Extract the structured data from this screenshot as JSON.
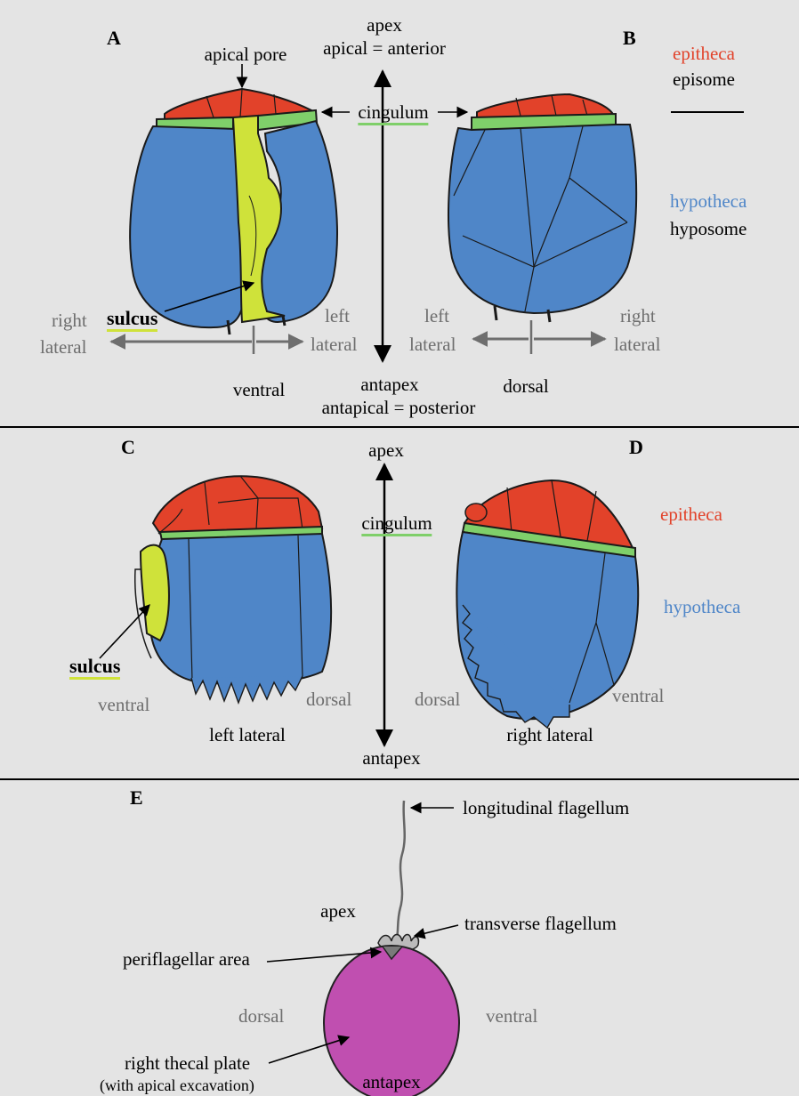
{
  "panels": {
    "a": {
      "letter": "A",
      "apical_pore": "apical pore",
      "sulcus": "sulcus",
      "right_lateral_1": "right",
      "right_lateral_2": "lateral",
      "left_lateral_1": "left",
      "left_lateral_2": "lateral",
      "ventral": "ventral"
    },
    "b": {
      "letter": "B",
      "left_lateral_1": "left",
      "left_lateral_2": "lateral",
      "right_lateral_1": "right",
      "right_lateral_2": "lateral",
      "dorsal": "dorsal"
    },
    "axis_top": {
      "apex": "apex",
      "apical_anterior": "apical = anterior",
      "cingulum": "cingulum",
      "antapex": "antapex",
      "antapical_posterior": "antapical = posterior"
    },
    "legend_top": {
      "epitheca": "epitheca",
      "episome": "episome",
      "hypotheca": "hypotheca",
      "hyposome": "hyposome"
    },
    "c": {
      "letter": "C",
      "sulcus": "sulcus",
      "ventral": "ventral",
      "dorsal": "dorsal",
      "caption": "left lateral"
    },
    "d": {
      "letter": "D",
      "dorsal": "dorsal",
      "ventral": "ventral",
      "caption": "right lateral",
      "epitheca": "epitheca",
      "hypotheca": "hypotheca"
    },
    "axis_mid": {
      "apex": "apex",
      "cingulum": "cingulum",
      "antapex": "antapex"
    },
    "e": {
      "letter": "E",
      "longitudinal_flagellum": "longitudinal flagellum",
      "apex": "apex",
      "transverse_flagellum": "transverse flagellum",
      "periflagellar_area": "periflagellar area",
      "dorsal": "dorsal",
      "ventral": "ventral",
      "right_thecal_plate": "right thecal plate",
      "with_apical_excavation": "(with apical excavation)",
      "antapex": "antapex"
    }
  },
  "colors": {
    "epitheca": "#e2422a",
    "hypotheca": "#4f86c8",
    "cingulum": "#7fcf6a",
    "sulcus": "#cfe23a",
    "thecal_plate": "#c04fb0",
    "background": "#e4e4e4"
  }
}
